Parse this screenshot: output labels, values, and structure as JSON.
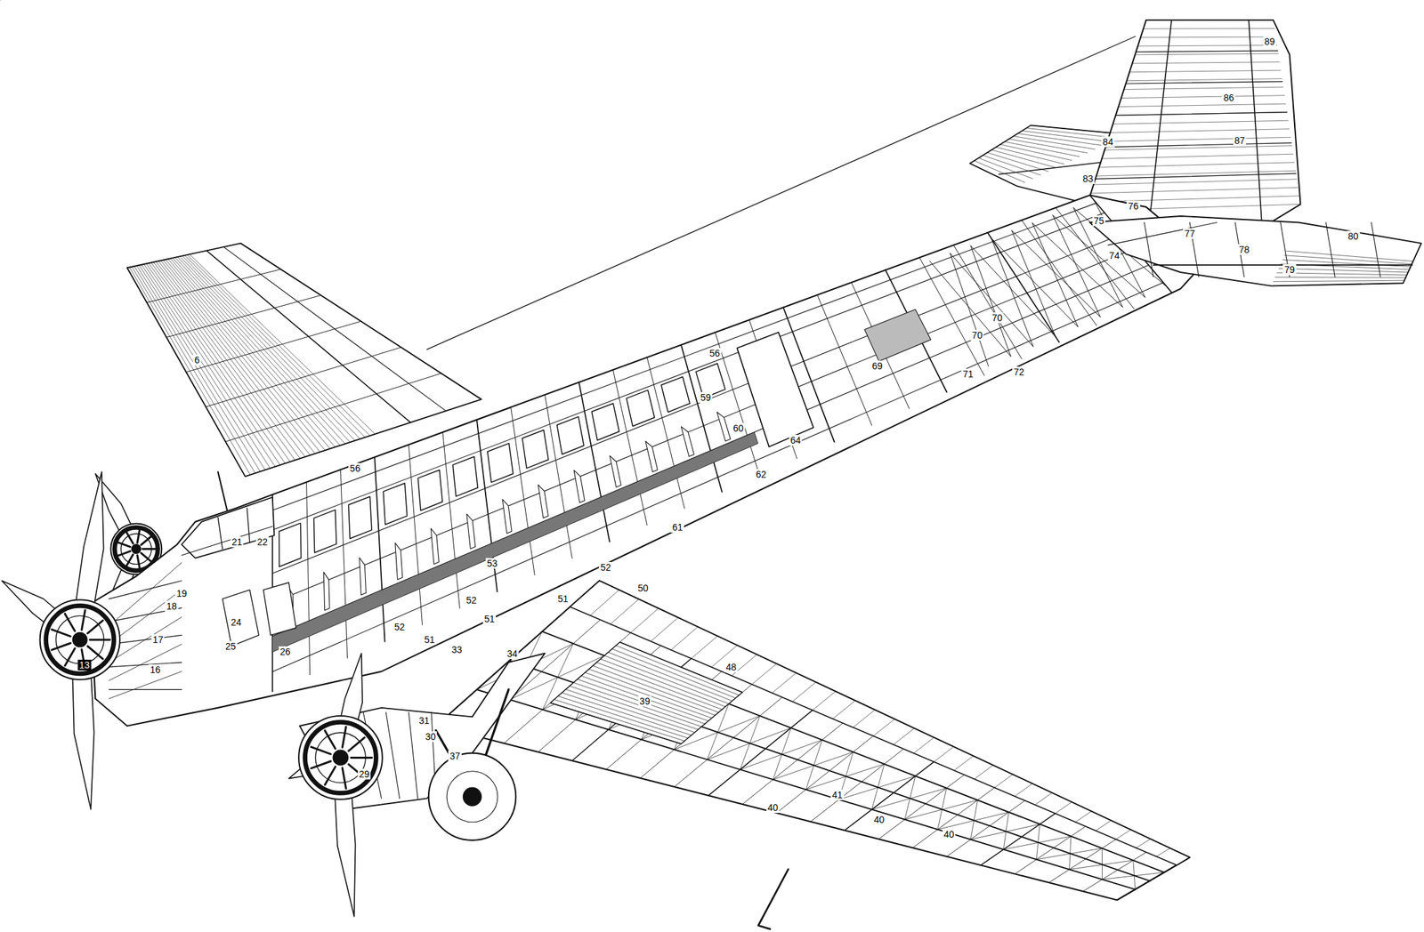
{
  "diagram": {
    "labels": [
      "89",
      "86",
      "84",
      "87",
      "83",
      "76",
      "75",
      "77",
      "80",
      "78",
      "74",
      "79",
      "70",
      "70",
      "56",
      "6",
      "69",
      "72",
      "71",
      "59",
      "60",
      "64",
      "56",
      "62",
      "61",
      "21",
      "22",
      "53",
      "52",
      "50",
      "19",
      "51",
      "52",
      "18",
      "51",
      "24",
      "52",
      "17",
      "51",
      "25",
      "33",
      "26",
      "34",
      "13",
      "48",
      "16",
      "39",
      "31",
      "30",
      "37",
      "29",
      "41",
      "40",
      "40",
      "40"
    ]
  }
}
